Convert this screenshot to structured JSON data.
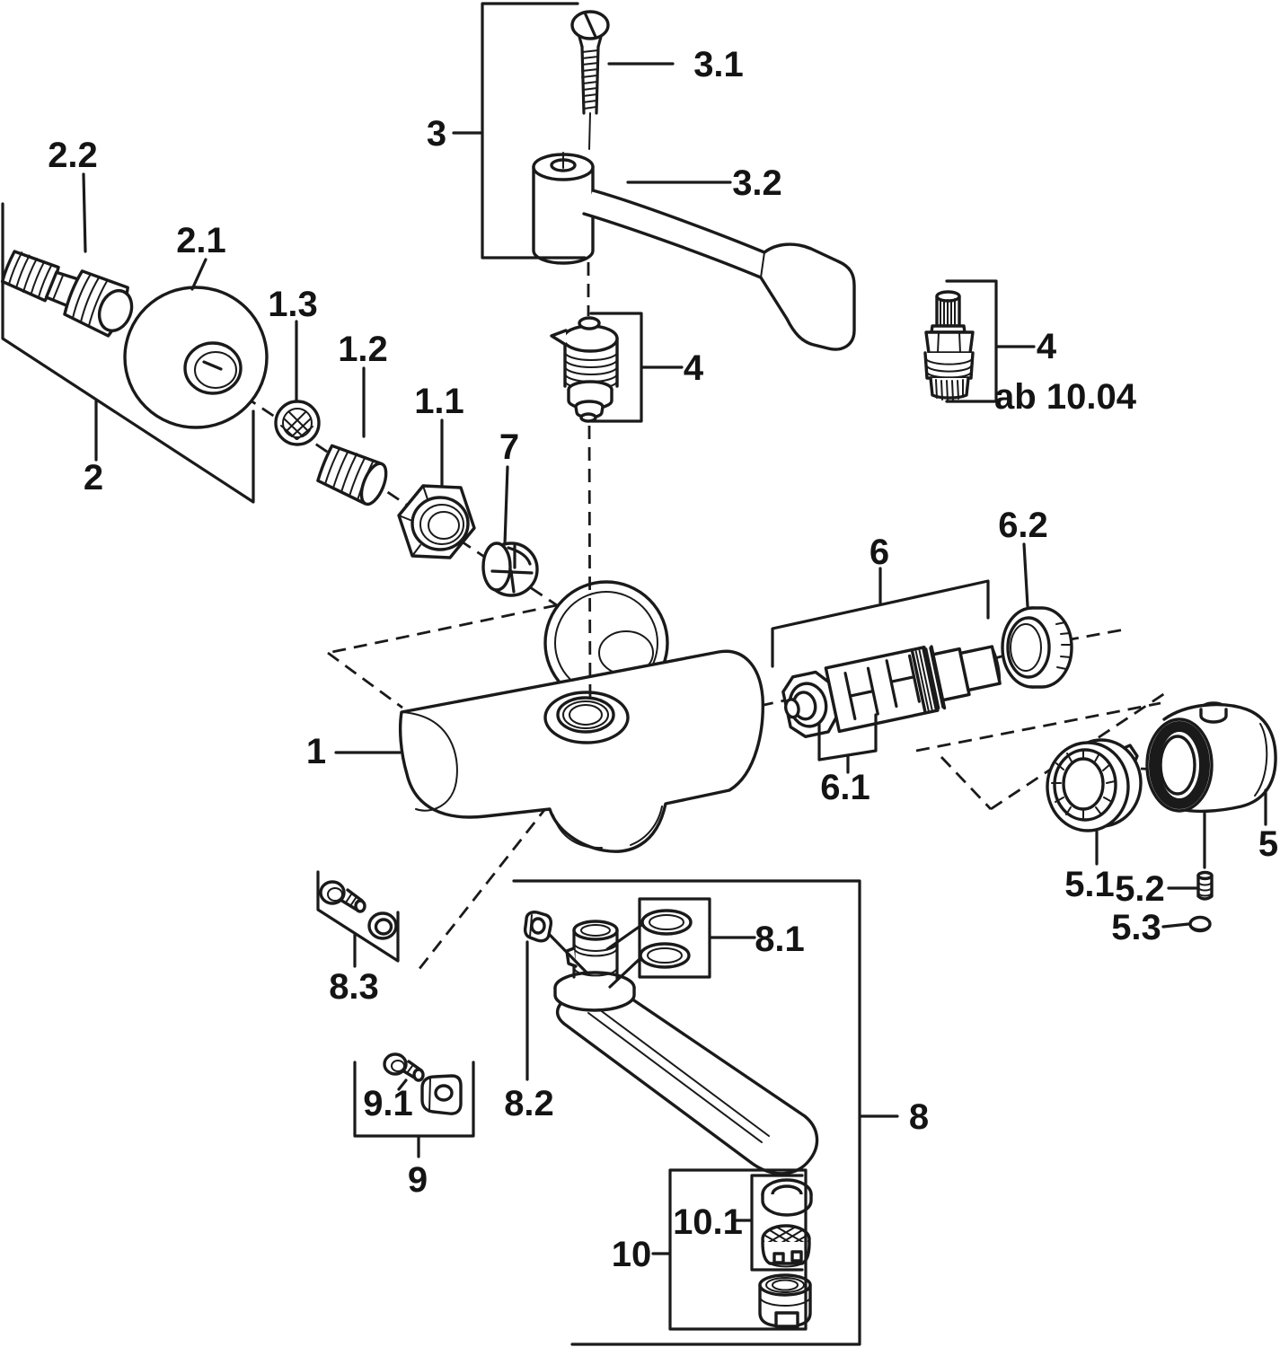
{
  "page": {
    "background": "#ffffff",
    "line_color": "#1a1a1a",
    "label_color": "#141414"
  },
  "diagram": {
    "type": "exploded-parts-diagram",
    "labels": {
      "p1": "1",
      "p1_1": "1.1",
      "p1_2": "1.2",
      "p1_3": "1.3",
      "p2": "2",
      "p2_1": "2.1",
      "p2_2": "2.2",
      "p3": "3",
      "p3_1": "3.1",
      "p3_2": "3.2",
      "p4_old": "4",
      "p4_new": "4",
      "p4_new_note": "ab 10.04",
      "p5": "5",
      "p5_1": "5.1",
      "p5_2": "5.2",
      "p5_3": "5.3",
      "p6": "6",
      "p6_1": "6.1",
      "p6_2": "6.2",
      "p7": "7",
      "p8": "8",
      "p8_1": "8.1",
      "p8_2": "8.2",
      "p8_3": "8.3",
      "p9": "9",
      "p9_1": "9.1",
      "p10": "10",
      "p10_1": "10.1"
    }
  }
}
